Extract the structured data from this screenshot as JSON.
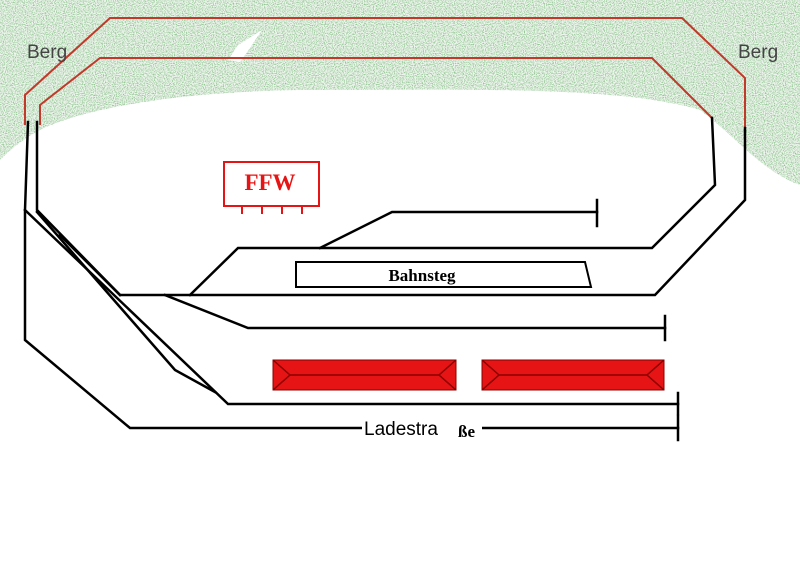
{
  "diagram": {
    "labels": {
      "berg_left": "Berg",
      "berg_right": "Berg",
      "ffw": "FFW",
      "bahnsteg": "Bahnsteg",
      "ladestrasse_main": "Ladestra",
      "ladestrasse_suffix": "ße"
    },
    "colors": {
      "vegetation": "#2f7d2f",
      "track_red": "#c0392b",
      "building_red": "#e61414",
      "building_ridge": "#8b0000",
      "track_black": "#000000",
      "background": "#ffffff"
    },
    "elements": {
      "mountain": "hill-vegetation",
      "fire_station": "ffw-building",
      "platform": "bahnsteg-platform",
      "sheds": [
        "goods-shed-left",
        "goods-shed-right"
      ],
      "road": "ladestrasse-road"
    }
  }
}
